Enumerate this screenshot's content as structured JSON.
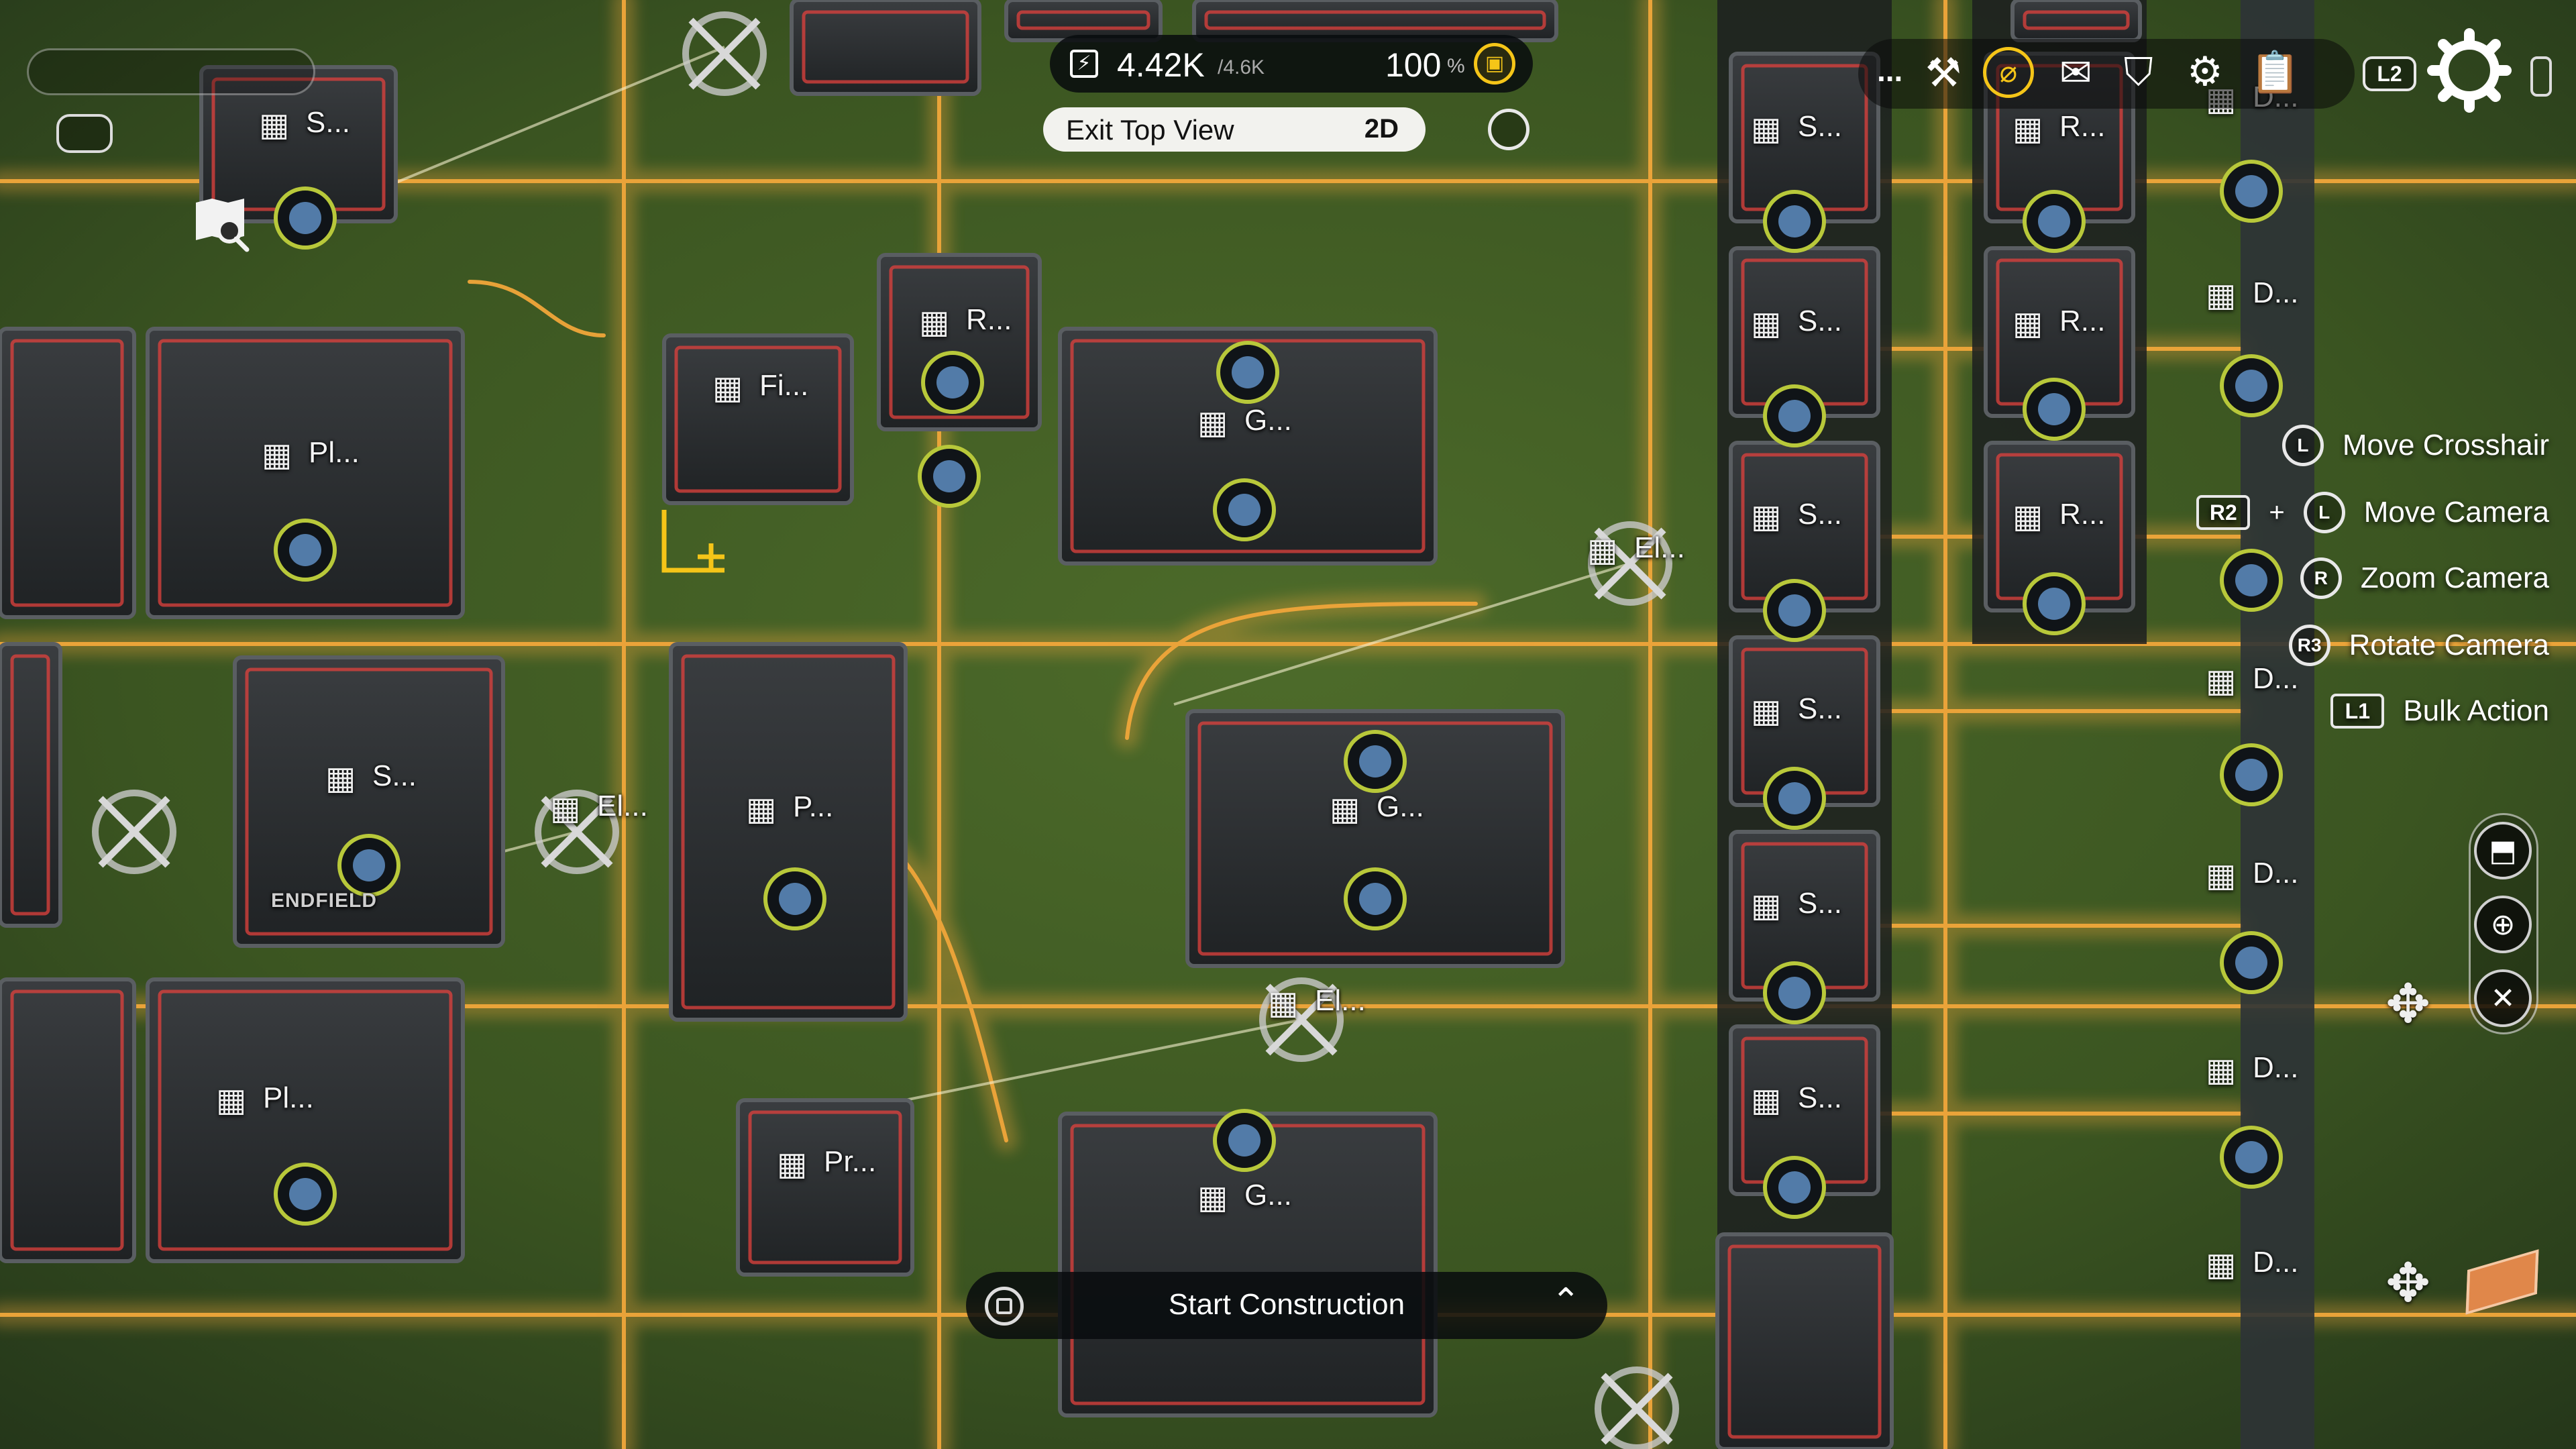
{
  "hud": {
    "power_value": "4.42K",
    "power_max": "/4.6K",
    "percent_value": "100",
    "percent_unit": "%",
    "exit_top_view": "Exit Top View",
    "view_mode": "2D",
    "more": "...",
    "l2": "L2"
  },
  "controls": [
    {
      "buttons": [
        "L"
      ],
      "label": "Move Crosshair"
    },
    {
      "buttons": [
        "R2",
        "L"
      ],
      "label": "Move Camera"
    },
    {
      "buttons": [
        "R"
      ],
      "label": "Zoom Camera"
    },
    {
      "buttons": [
        "R3"
      ],
      "label": "Rotate Camera"
    },
    {
      "buttons": [
        "L1"
      ],
      "label": "Bulk Action"
    }
  ],
  "bottom": {
    "start_construction": "Start Construction"
  },
  "watermark": "ENDFIELD",
  "labels": [
    {
      "text": "S..."
    },
    {
      "text": "Pl..."
    },
    {
      "text": "S..."
    },
    {
      "text": "Pl..."
    },
    {
      "text": "El..."
    },
    {
      "text": "Fi..."
    },
    {
      "text": "R..."
    },
    {
      "text": "G..."
    },
    {
      "text": "P..."
    },
    {
      "text": "El..."
    },
    {
      "text": "G..."
    },
    {
      "text": "El..."
    },
    {
      "text": "Pr..."
    },
    {
      "text": "G..."
    },
    {
      "text": "S..."
    },
    {
      "text": "S..."
    },
    {
      "text": "S..."
    },
    {
      "text": "S..."
    },
    {
      "text": "S..."
    },
    {
      "text": "S..."
    },
    {
      "text": "R..."
    },
    {
      "text": "R..."
    },
    {
      "text": "R..."
    },
    {
      "text": "D..."
    },
    {
      "text": "D..."
    },
    {
      "text": "D..."
    },
    {
      "text": "D..."
    },
    {
      "text": "D..."
    },
    {
      "text": "D..."
    }
  ],
  "colors": {
    "grass": "#3f5a22",
    "conveyor": "#f0a63a",
    "building": "#2b2e31",
    "warning": "#e2423d",
    "highlight": "#f5c518"
  }
}
